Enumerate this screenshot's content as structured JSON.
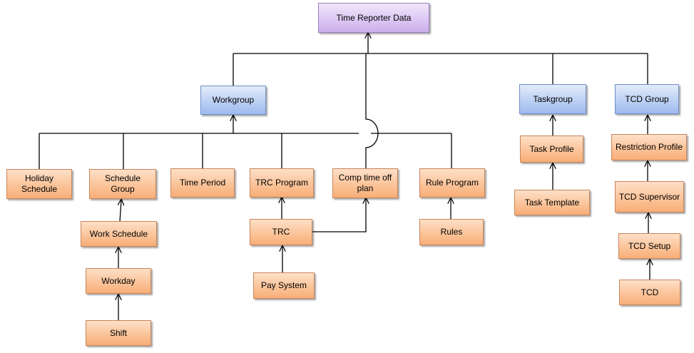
{
  "nodes": {
    "time_reporter_data": "Time Reporter Data",
    "workgroup": "Workgroup",
    "taskgroup": "Taskgroup",
    "tcd_group": "TCD Group",
    "holiday_schedule": "Holiday Schedule",
    "schedule_group": "Schedule Group",
    "time_period": "Time Period",
    "trc_program": "TRC Program",
    "comp_time_off_plan": "Comp time off plan",
    "rule_program": "Rule Program",
    "work_schedule": "Work Schedule",
    "workday": "Workday",
    "shift": "Shift",
    "trc": "TRC",
    "pay_system": "Pay System",
    "rules": "Rules",
    "task_profile": "Task Profile",
    "task_template": "Task Template",
    "restriction_profile": "Restriction Profile",
    "tcd_supervisor": "TCD Supervisor",
    "tcd_setup": "TCD Setup",
    "tcd": "TCD"
  },
  "colors": {
    "root": "#ddc8f3",
    "group": "#bcd0f3",
    "item": "#fbc49a",
    "connector": "#000000"
  }
}
